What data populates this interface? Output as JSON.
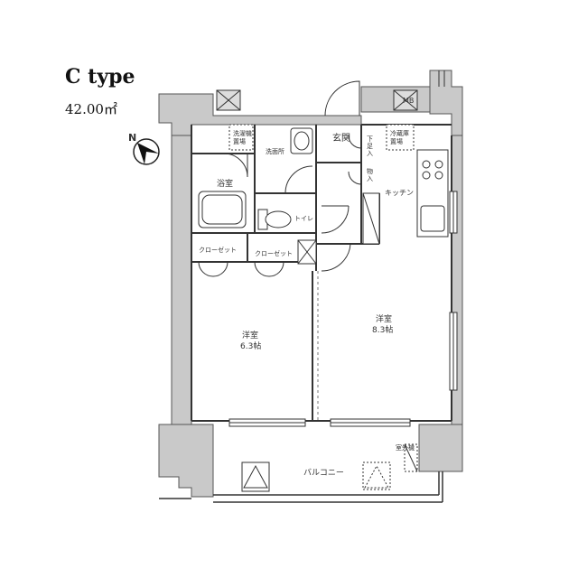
{
  "header": {
    "title": "C type",
    "area": "42.00㎡"
  },
  "compass": {
    "label": "N"
  },
  "rooms": {
    "washer_space": [
      "洗濯機",
      "置場"
    ],
    "washroom": "洗面所",
    "entrance": "玄関",
    "shoe_box": [
      "下",
      "足",
      "入"
    ],
    "storage": [
      "物",
      "入"
    ],
    "fridge_space": [
      "冷蔵庫",
      "置場"
    ],
    "bathroom": "浴室",
    "kitchen": "キッチン",
    "toilet": "トイレ",
    "closet_left": "クローゼット",
    "closet_right": "クローゼット",
    "bedroom_west": {
      "name": "洋室",
      "size": "6.3帖"
    },
    "bedroom_east": {
      "name": "洋室",
      "size": "8.3帖"
    },
    "outdoor_unit": "室外機",
    "balcony": "バルコニー",
    "mb": "MB"
  }
}
